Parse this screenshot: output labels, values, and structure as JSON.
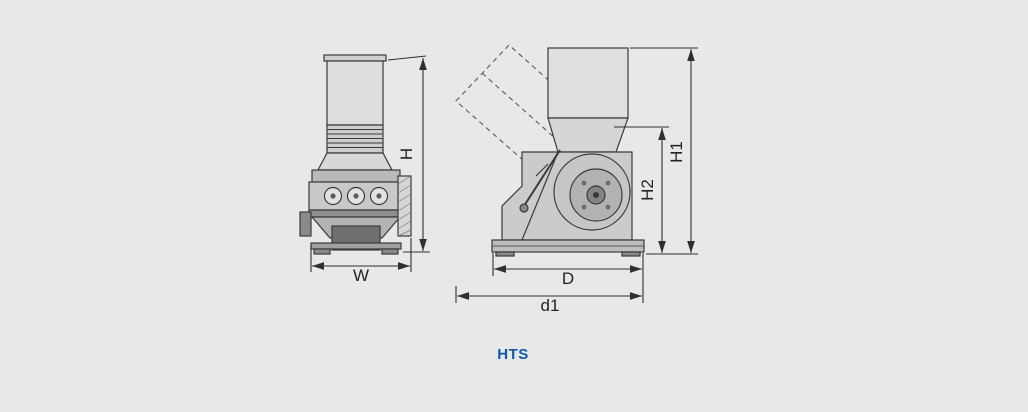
{
  "page": {
    "background_color": "#e8e8e8"
  },
  "drawing": {
    "line_color": "#3a3a3a",
    "dimension_color": "#2f2f2f",
    "accent_color": "#0e5aa7"
  },
  "labels": {
    "model": "HTS",
    "front_view": {
      "width": "W",
      "height": "H"
    },
    "side_view": {
      "height_total": "H1",
      "height_feed": "H2",
      "depth": "D",
      "depth_hopper_open": "d1"
    }
  }
}
